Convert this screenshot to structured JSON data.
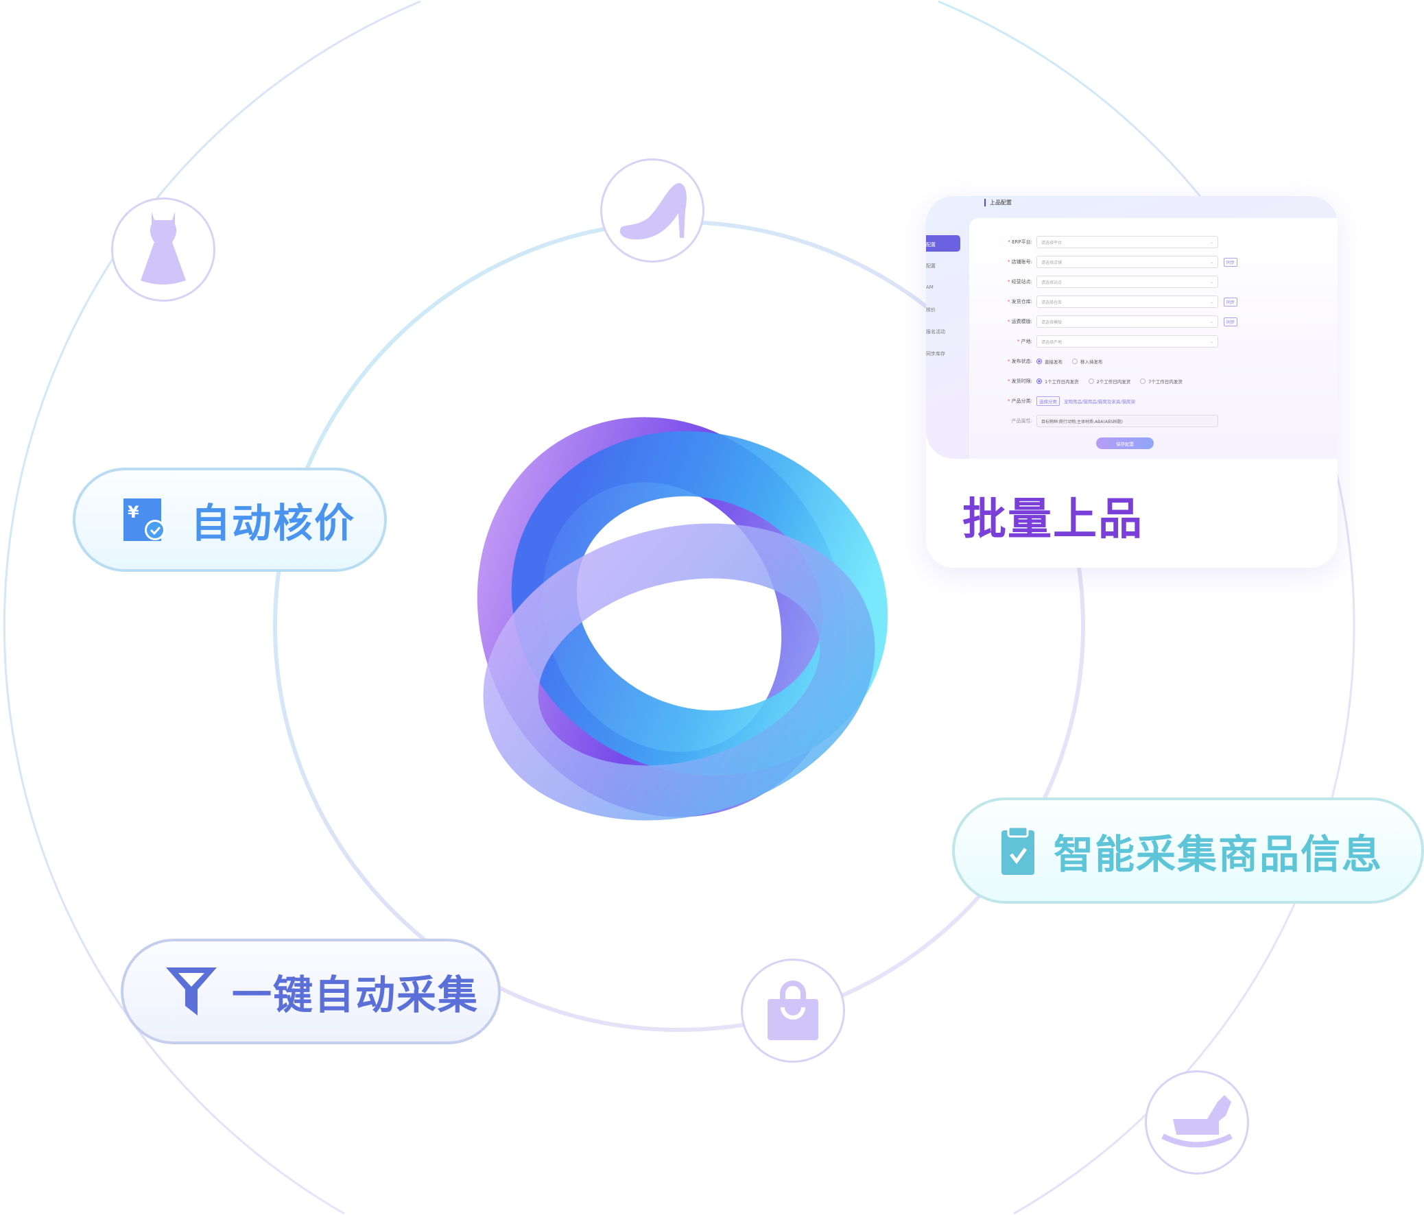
{
  "features": {
    "auto_pricing": "自动核价",
    "one_click_collect": "一键自动采集",
    "smart_collect": "智能采集商品信息",
    "batch_listing": "批量上品"
  },
  "orbit_icons": [
    "dress-icon",
    "high-heel-icon",
    "shopping-bag-icon",
    "rocking-horse-icon"
  ],
  "config_screen": {
    "title": "上品配置",
    "sidebar": [
      "配置",
      "配置",
      "AM",
      "核价",
      "报名活动",
      "同步库存"
    ],
    "fields": [
      {
        "label": "ERP平台:",
        "placeholder": "请选择平台",
        "required": true,
        "sync": ""
      },
      {
        "label": "店铺账号:",
        "placeholder": "请选择店铺",
        "required": true,
        "sync": "同步"
      },
      {
        "label": "经营站点:",
        "placeholder": "请选择站点",
        "required": true,
        "sync": ""
      },
      {
        "label": "发货仓库:",
        "placeholder": "请选择仓库",
        "required": true,
        "sync": "同步"
      },
      {
        "label": "运费模版:",
        "placeholder": "请选择模版",
        "required": true,
        "sync": "同步"
      },
      {
        "label": "产地:",
        "placeholder": "请选择产地",
        "required": true,
        "sync": ""
      }
    ],
    "publish_status": {
      "label": "发布状态:",
      "options": [
        "直接发布",
        "移入待发布"
      ],
      "selected": 0
    },
    "ship_time": {
      "label": "发货时限:",
      "options": [
        "1个工作日内发货",
        "2个工作日内发货",
        "7个工作日内发货"
      ],
      "selected": 0
    },
    "category": {
      "label": "产品分类:",
      "button": "选择分类",
      "value": "宠物用品/猫用品/猫窝及家具/猫爬架"
    },
    "attributes": {
      "label": "产品属性:",
      "value": "目标物种:爬行动物;主体材质:ABA(ABS树脂)"
    },
    "save_button": "保存配置"
  },
  "colors": {
    "blue": "#4a8ff0",
    "indigo": "#5b6fd8",
    "teal": "#5ec4d8",
    "purple": "#7a3fd8"
  }
}
